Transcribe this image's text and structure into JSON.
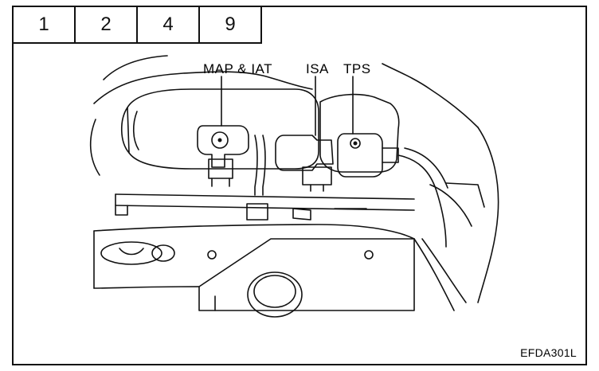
{
  "tabs": [
    "1",
    "2",
    "4",
    "9"
  ],
  "labels": {
    "map_iat": "MAP & IAT",
    "isa": "ISA",
    "tps": "TPS"
  },
  "figure_code": "EFDA301L"
}
